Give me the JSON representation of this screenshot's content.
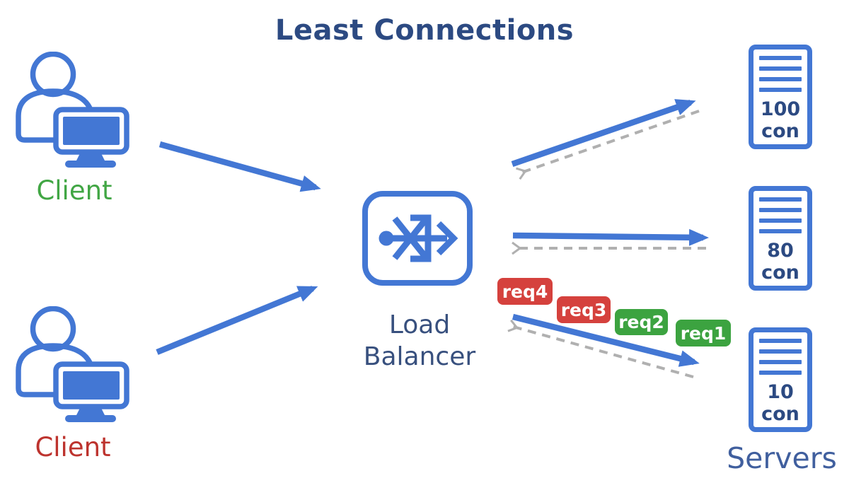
{
  "title": "Least Connections",
  "clients": [
    {
      "label": "Client",
      "color": "#41a644"
    },
    {
      "label": "Client",
      "color": "#bd332e"
    }
  ],
  "load_balancer": {
    "line1": "Load",
    "line2": "Balancer"
  },
  "servers": [
    {
      "count": "100",
      "unit": "con"
    },
    {
      "count": "80",
      "unit": "con"
    },
    {
      "count": "10",
      "unit": "con"
    }
  ],
  "servers_label": "Servers",
  "requests": [
    {
      "label": "req4",
      "color": "#d5413d"
    },
    {
      "label": "req3",
      "color": "#d5413d"
    },
    {
      "label": "req2",
      "color": "#3ca340"
    },
    {
      "label": "req1",
      "color": "#3ca340"
    }
  ],
  "icons": {
    "client": "person-with-monitor-icon",
    "load_balancer": "load-balancer-branch-arrows-icon",
    "server": "server-tower-icon"
  },
  "colors": {
    "icon_blue": "#4377d4",
    "title_navy": "#2c4a82",
    "lb_text": "#38507e",
    "servers_text": "#405f9e",
    "dashed_gray": "#b0b0b0"
  }
}
